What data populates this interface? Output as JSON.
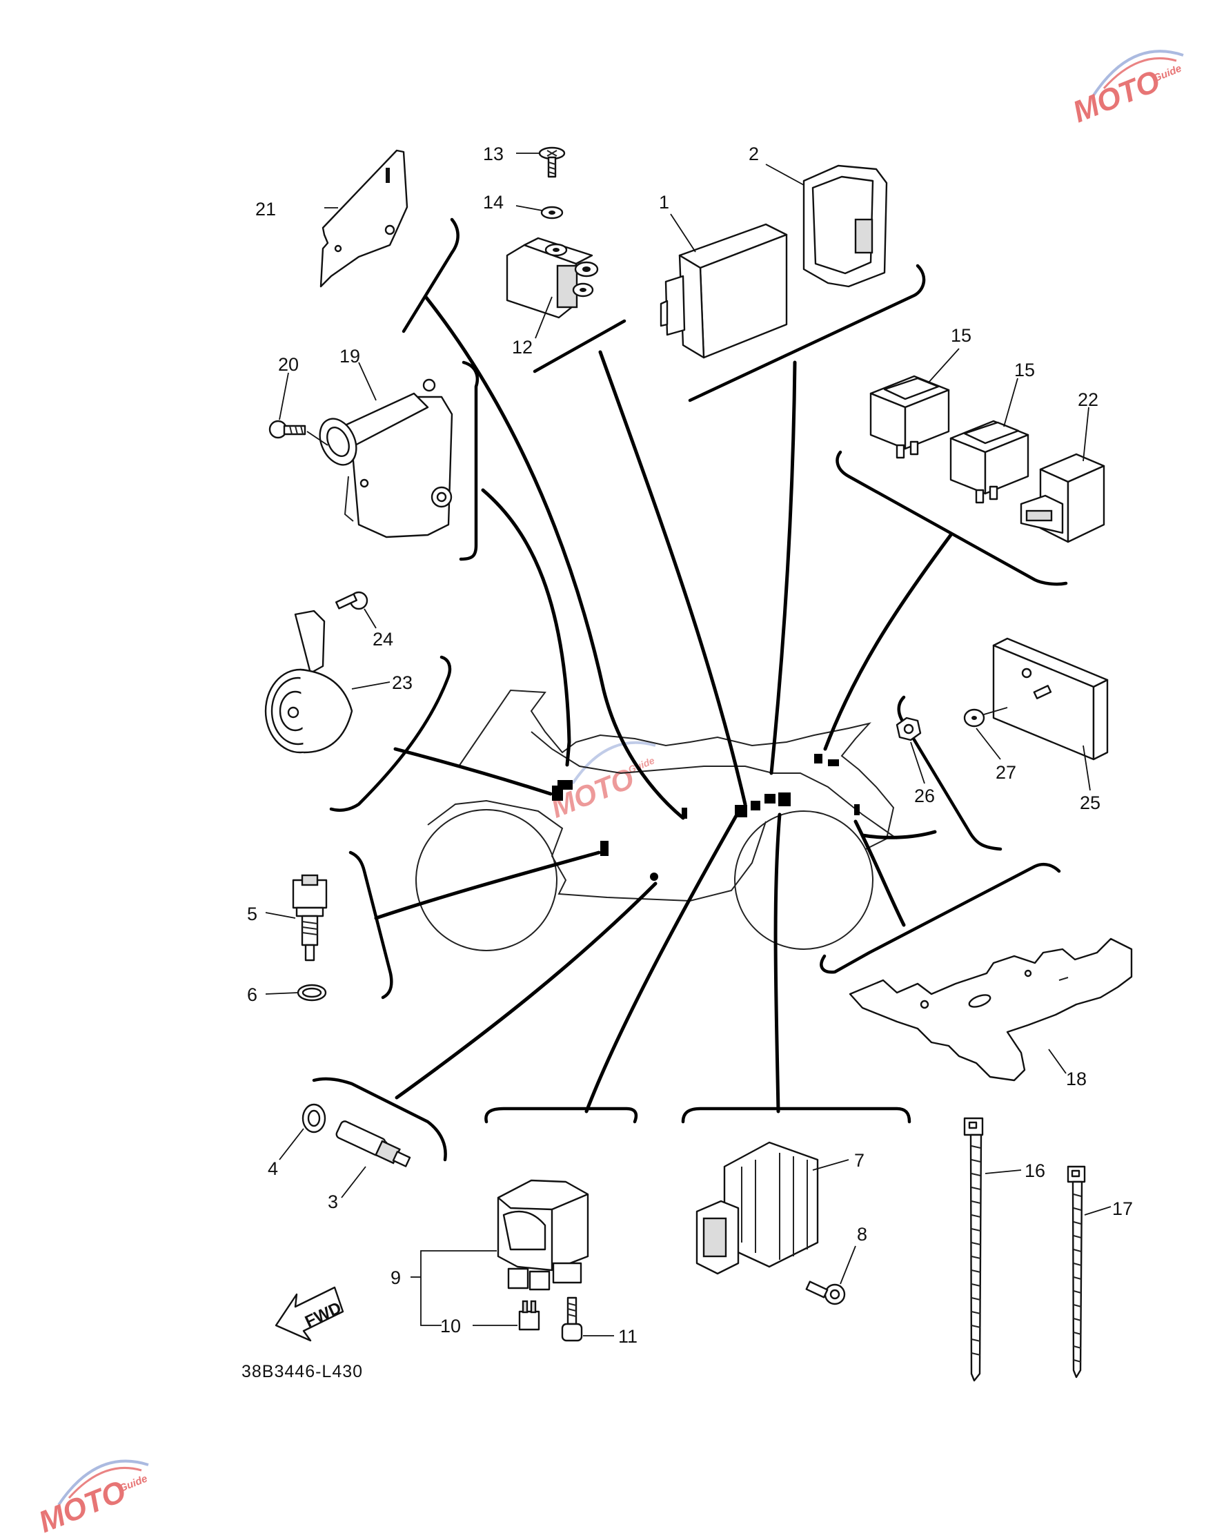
{
  "diagram": {
    "drawing_code": "38B3446-L430",
    "fwd_label": "FWD",
    "watermark": {
      "text": "MOTO",
      "subtext": "Guide"
    },
    "callouts": [
      {
        "id": "c1",
        "label": "1"
      },
      {
        "id": "c2",
        "label": "2"
      },
      {
        "id": "c3",
        "label": "3"
      },
      {
        "id": "c4",
        "label": "4"
      },
      {
        "id": "c5",
        "label": "5"
      },
      {
        "id": "c6",
        "label": "6"
      },
      {
        "id": "c7",
        "label": "7"
      },
      {
        "id": "c8",
        "label": "8"
      },
      {
        "id": "c9",
        "label": "9"
      },
      {
        "id": "c10",
        "label": "10"
      },
      {
        "id": "c11",
        "label": "11"
      },
      {
        "id": "c12",
        "label": "12"
      },
      {
        "id": "c13",
        "label": "13"
      },
      {
        "id": "c14",
        "label": "14"
      },
      {
        "id": "c15a",
        "label": "15"
      },
      {
        "id": "c15b",
        "label": "15"
      },
      {
        "id": "c16",
        "label": "16"
      },
      {
        "id": "c17",
        "label": "17"
      },
      {
        "id": "c18",
        "label": "18"
      },
      {
        "id": "c19",
        "label": "19"
      },
      {
        "id": "c20",
        "label": "20"
      },
      {
        "id": "c21",
        "label": "21"
      },
      {
        "id": "c22",
        "label": "22"
      },
      {
        "id": "c23",
        "label": "23"
      },
      {
        "id": "c24",
        "label": "24"
      },
      {
        "id": "c25",
        "label": "25"
      },
      {
        "id": "c26",
        "label": "26"
      },
      {
        "id": "c27",
        "label": "27"
      }
    ]
  }
}
